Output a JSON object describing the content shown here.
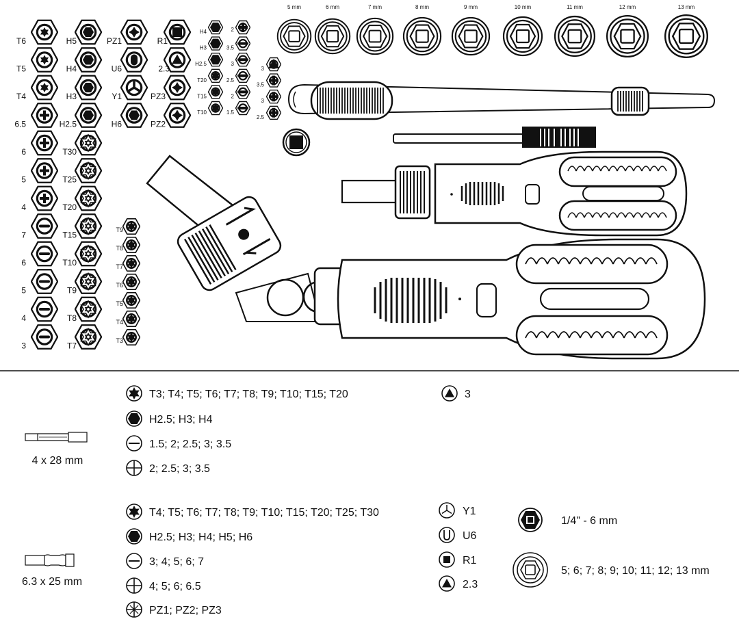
{
  "sockets": {
    "labels": [
      "5 mm",
      "6 mm",
      "7 mm",
      "8 mm",
      "9 mm",
      "10 mm",
      "11 mm",
      "12 mm",
      "13 mm"
    ]
  },
  "col1": {
    "labels": [
      "T6",
      "T5",
      "T4",
      "6.5",
      "6",
      "5",
      "4",
      "7",
      "6",
      "5",
      "4",
      "3"
    ]
  },
  "col2": {
    "labels": [
      "H5",
      "H4",
      "H3",
      "H2.5",
      "T30",
      "T25",
      "T20",
      "T15",
      "T10",
      "T9",
      "T8",
      "T7"
    ]
  },
  "col3": {
    "labels": [
      "PZ1",
      "U6",
      "Y1",
      "H6"
    ]
  },
  "col4": {
    "labels": [
      "R1",
      "2.3",
      "PZ3",
      "PZ2"
    ]
  },
  "col5": {
    "labels": [
      "T9",
      "T8",
      "T7",
      "T6",
      "T5",
      "T4",
      "T3"
    ]
  },
  "mini_a": {
    "labels": [
      "H4",
      "H3",
      "H2.5",
      "T20",
      "T15",
      "T10"
    ]
  },
  "mini_b": {
    "labels": [
      "2",
      "3.5",
      "3",
      "2.5",
      "2",
      "1.5"
    ]
  },
  "mini_c": {
    "labels": [
      "3",
      "3.5",
      "3",
      "2.5"
    ]
  },
  "legend": {
    "bit_small": {
      "size": "4 x 28 mm",
      "torx": "T3; T4; T5; T6; T7; T8; T9; T10; T15; T20",
      "hex": "H2.5; H3; H4",
      "slot": "1.5; 2; 2.5; 3; 3.5",
      "phillips": "2; 2.5; 3; 3.5",
      "triangle": "3"
    },
    "bit_large": {
      "size": "6.3 x 25 mm",
      "torx": "T4; T5; T6; T7; T8; T9; T10; T15; T20; T25; T30",
      "hex": "H2.5; H3; H4; H5; H6",
      "slot": "3; 4; 5; 6; 7",
      "phillips": "4; 5; 6; 6.5",
      "pozi": "PZ1; PZ2; PZ3",
      "y": "Y1",
      "u": "U6",
      "square": "R1",
      "triangle": "2.3"
    },
    "adapter": "1/4\" - 6 mm",
    "socket_sizes": "5; 6; 7; 8; 9; 10; 11; 12; 13 mm"
  }
}
